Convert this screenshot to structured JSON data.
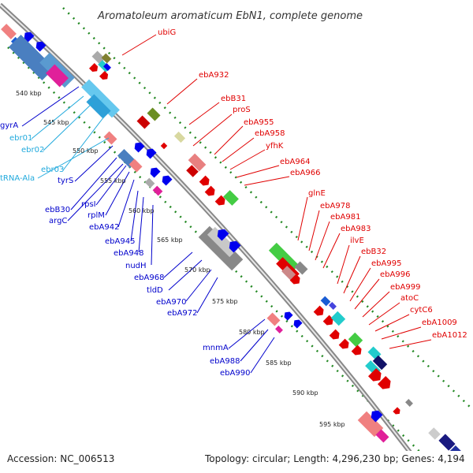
{
  "title": "Aromatoleum aromaticum EbN1, complete genome",
  "accession": "Accession: NC_006513",
  "topology": "Topology: circular; Length: 4,296,230 bp; Genes: 4,194",
  "colors": {
    "forward_label": "#e00000",
    "reverse_label": "#0000cc",
    "rna_label": "#22aadd",
    "backbone": "#888888",
    "tick": "#228822"
  },
  "kbp_ticks": [
    "540 kbp",
    "545 kbp",
    "550 kbp",
    "555 kbp",
    "560 kbp",
    "565 kbp",
    "570 kbp",
    "575 kbp",
    "580 kbp",
    "585 kbp",
    "590 kbp",
    "595 kbp"
  ],
  "forward_genes": [
    "ubiG",
    "ebA932",
    "ebB31",
    "proS",
    "ebA955",
    "ebA958",
    "yfhK",
    "ebA964",
    "ebA966",
    "glnE",
    "ebA978",
    "ebA981",
    "ebA983",
    "ilvE",
    "ebB32",
    "ebA995",
    "ebA996",
    "ebA999",
    "atoC",
    "cytC6",
    "ebA1009",
    "ebA1012"
  ],
  "reverse_genes": [
    "gyrA",
    "ebr01",
    "ebr02",
    "ebr03",
    "tRNA-Ala",
    "tyrS",
    "ebB30",
    "argC",
    "rpsI",
    "rplM",
    "ebA942",
    "ebA945",
    "ebA948",
    "nudH",
    "ebA968",
    "tldD",
    "ebA970",
    "ebA972",
    "mnmA",
    "ebA988",
    "ebA990"
  ]
}
